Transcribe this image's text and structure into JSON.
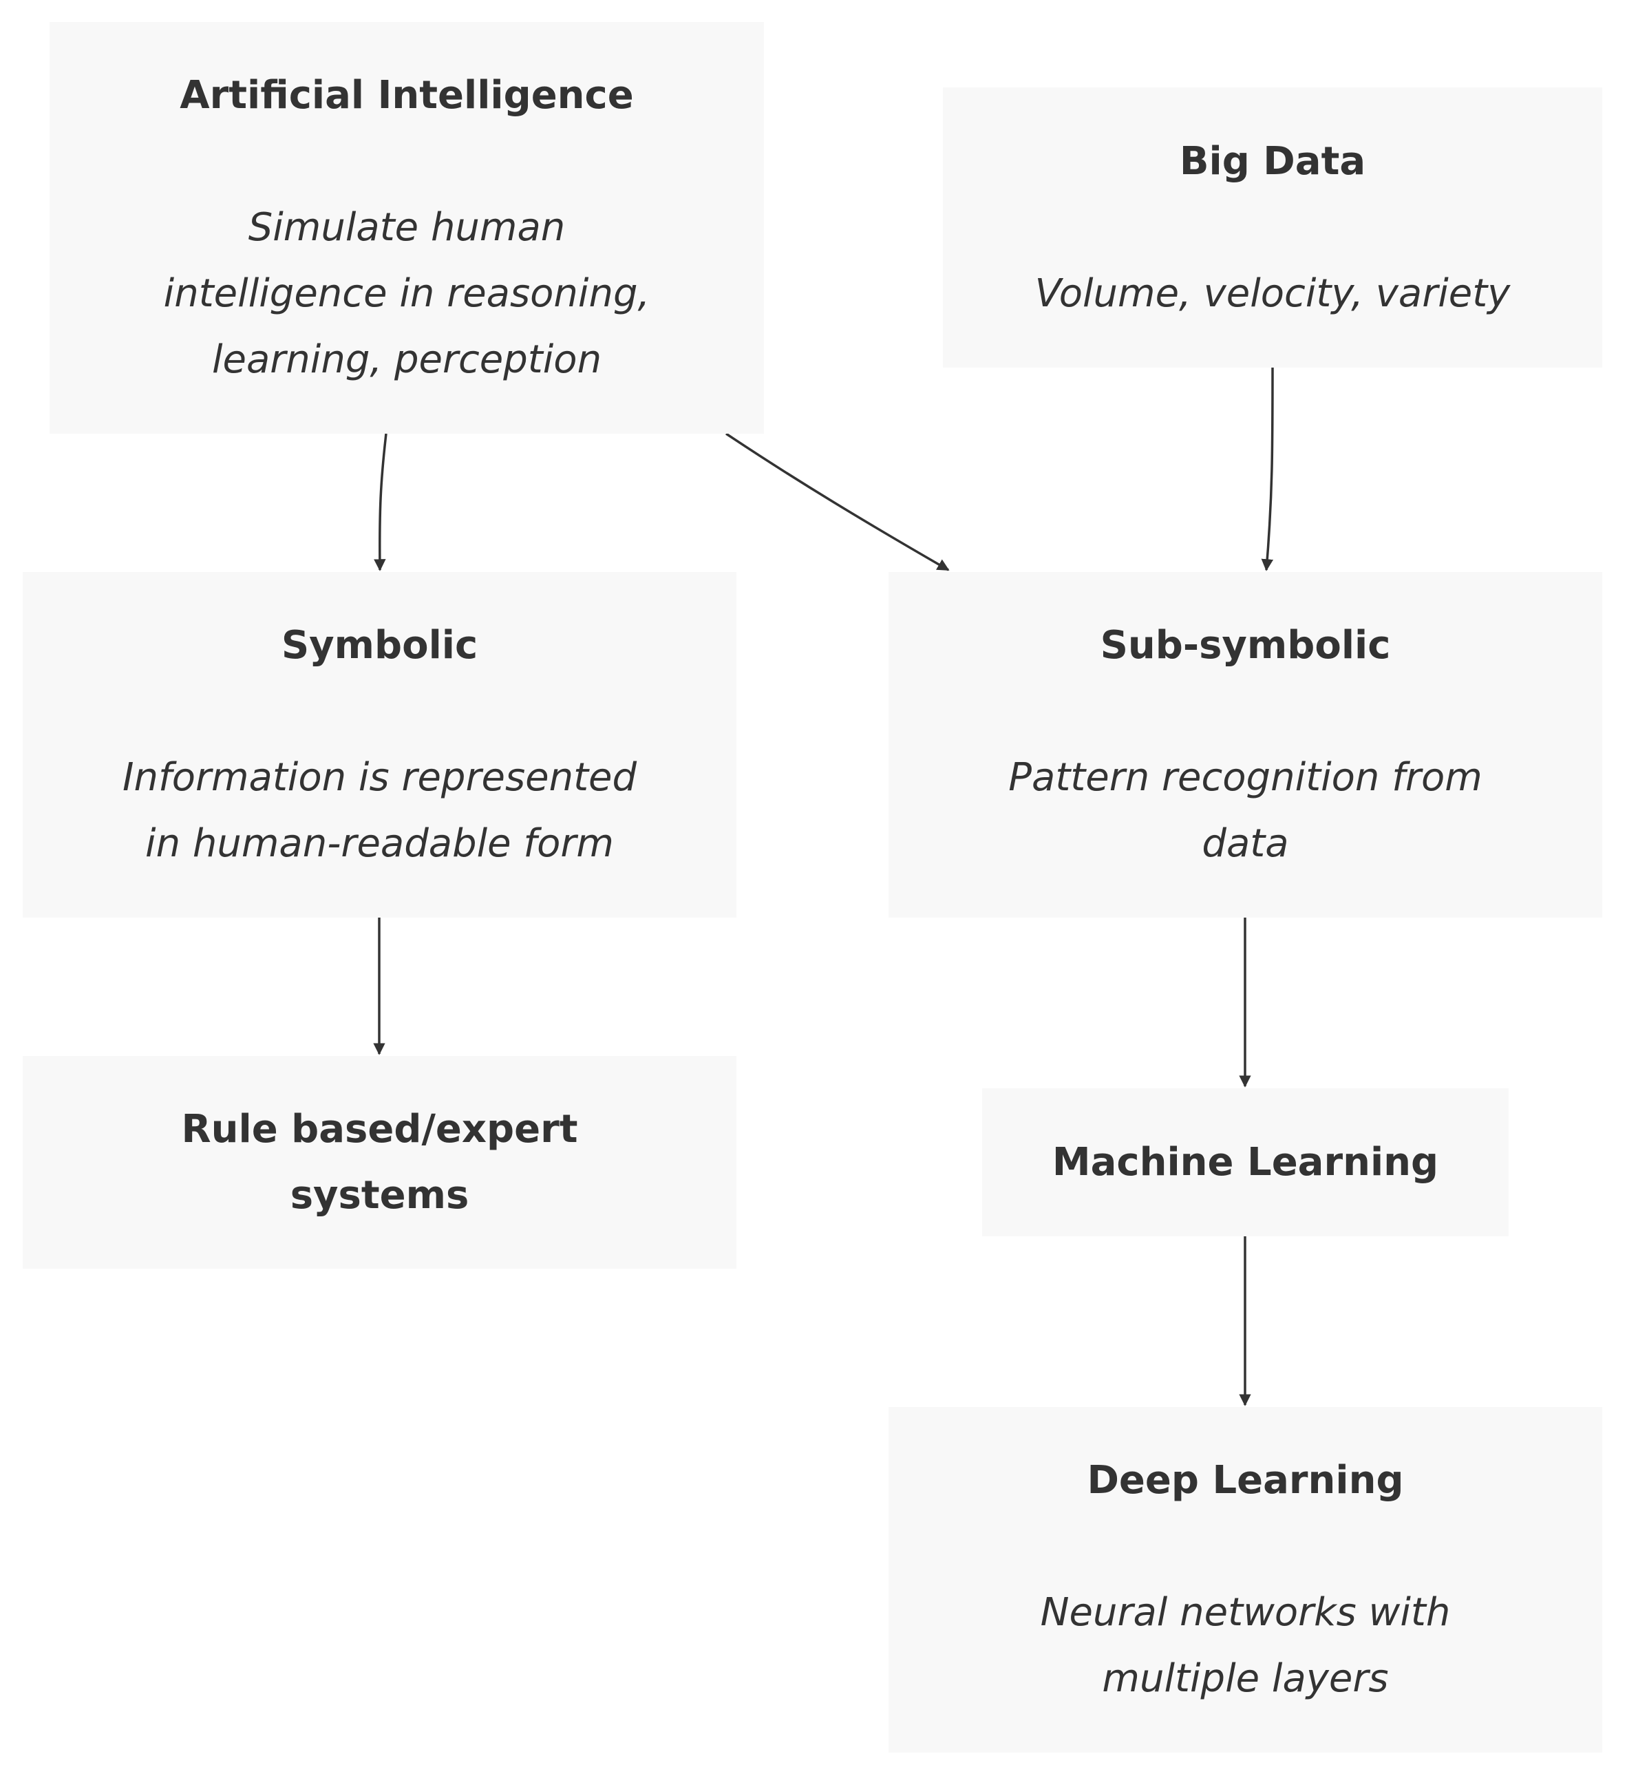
{
  "diagram": {
    "type": "flowchart",
    "colors": {
      "node_fill": "#f8f8f8",
      "text": "#333333",
      "edge": "#333333",
      "background": "#ffffff"
    },
    "nodes": {
      "ai": {
        "title": "Artificial Intelligence",
        "desc_lines": [
          "Simulate human",
          "intelligence in reasoning,",
          "learning, perception"
        ]
      },
      "bigdata": {
        "title": "Big Data",
        "desc_lines": [
          "Volume, velocity, variety"
        ]
      },
      "symbolic": {
        "title": "Symbolic",
        "desc_lines": [
          "Information is represented",
          "in human-readable form"
        ]
      },
      "subsymbolic": {
        "title": "Sub-symbolic",
        "desc_lines": [
          "Pattern recognition from",
          "data"
        ]
      },
      "rulebased": {
        "title_lines": [
          "Rule based/expert",
          "systems"
        ]
      },
      "ml": {
        "title": "Machine Learning"
      },
      "dl": {
        "title": "Deep Learning",
        "desc_lines": [
          "Neural networks with",
          "multiple layers"
        ]
      }
    },
    "edges": [
      {
        "from": "Artificial Intelligence",
        "to": "Symbolic"
      },
      {
        "from": "Artificial Intelligence",
        "to": "Sub-symbolic"
      },
      {
        "from": "Big Data",
        "to": "Sub-symbolic"
      },
      {
        "from": "Symbolic",
        "to": "Rule based/expert systems"
      },
      {
        "from": "Sub-symbolic",
        "to": "Machine Learning"
      },
      {
        "from": "Machine Learning",
        "to": "Deep Learning"
      }
    ]
  }
}
